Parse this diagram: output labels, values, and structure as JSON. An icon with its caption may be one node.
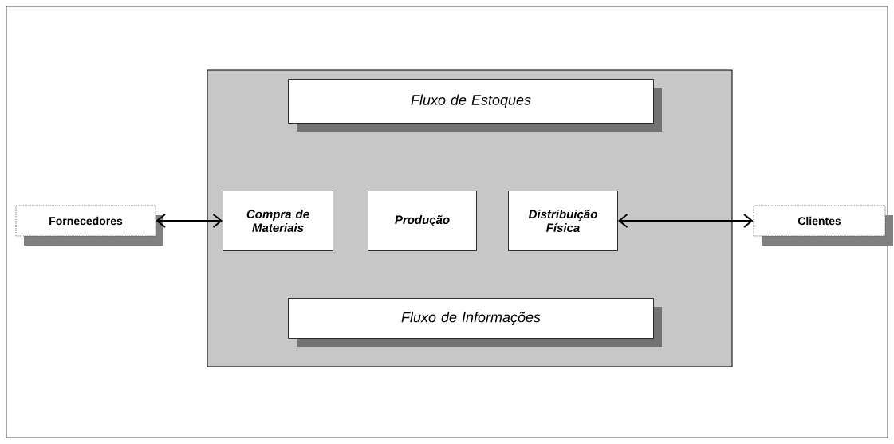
{
  "diagram": {
    "nodes": [
      {
        "text": [
          "Fornecedores"
        ]
      },
      {
        "text": [],
        "shape": "box"
      },
      {
        "text": [
          "Fluxo de Estoques"
        ],
        "in": 1
      },
      {
        "text": [
          "Compra de Materiais"
        ],
        "in": 1
      },
      {
        "text": [
          "Produção"
        ],
        "in": 1
      },
      {
        "text": [
          "Distribuição Física"
        ],
        "in": 1
      },
      {
        "text": [
          "Fluxo de Informações"
        ],
        "in": 1
      },
      {
        "text": [
          "Clientes"
        ]
      }
    ],
    "edges": [
      {
        "from": 0,
        "to": 3,
        "arrow": "both"
      },
      {
        "from": 5,
        "to": 7,
        "arrow": "both"
      }
    ]
  }
}
